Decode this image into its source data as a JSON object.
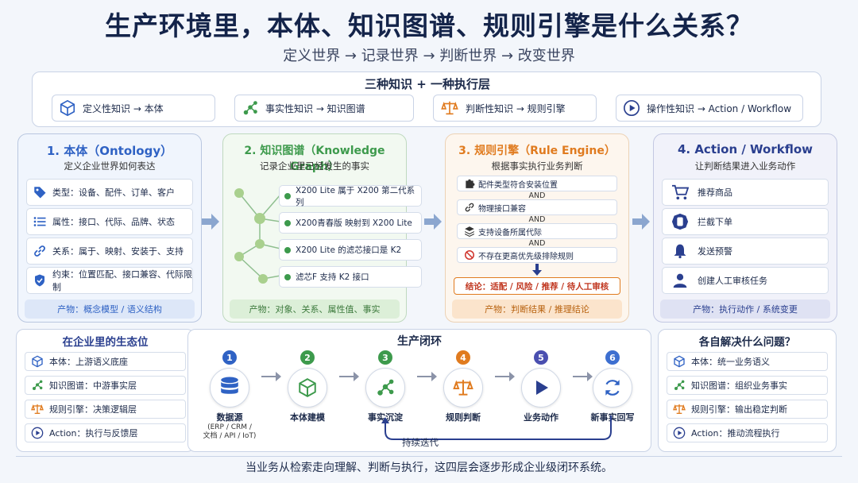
{
  "title": "生产环境里，本体、知识图谱、规则引擎是什么关系？",
  "subtitle": "定义世界 → 记录世界 → 判断世界 → 改变世界",
  "three": {
    "title": "三种知识 + 一种执行层",
    "items": [
      {
        "label": "定义性知识 → 本体",
        "icon": "cube-icon"
      },
      {
        "label": "事实性知识 → 知识图谱",
        "icon": "graph-icon"
      },
      {
        "label": "判断性知识 → 规则引擎",
        "icon": "scale-icon"
      },
      {
        "label": "操作性知识 → Action / Workflow",
        "icon": "play-icon"
      }
    ]
  },
  "colors": {
    "blue": "#2f62c4",
    "green": "#3d9a4c",
    "orange": "#e07b1f",
    "navy": "#2a3f8f"
  },
  "ontology": {
    "title": "1. 本体（Ontology）",
    "sub": "定义企业世界如何表达",
    "rows": [
      {
        "icon": "tag-icon",
        "text": "类型：设备、配件、订单、客户"
      },
      {
        "icon": "list-icon",
        "text": "属性：接口、代际、品牌、状态"
      },
      {
        "icon": "link-icon",
        "text": "关系：属于、映射、安装于、支持"
      },
      {
        "icon": "shield-icon",
        "text": "约束：位置匹配、接口兼容、代际限制"
      }
    ],
    "foot": "产物：概念模型 / 语义结构"
  },
  "kg": {
    "title": "2. 知识图谱（Knowledge Graph）",
    "sub": "记录企业里已经发生的事实",
    "facts": [
      "X200 Lite 属于 X200 第二代系列",
      "X200青春版 映射到 X200 Lite",
      "X200 Lite 的滤芯接口是 K2",
      "滤芯F 支持 K2 接口"
    ],
    "foot": "产物：对象、关系、属性值、事实"
  },
  "rule": {
    "title": "3. 规则引擎（Rule Engine）",
    "sub": "根据事实执行业务判断",
    "conds": [
      {
        "icon": "puzzle-icon",
        "text": "配件类型符合安装位置"
      },
      {
        "icon": "link-icon",
        "text": "物理接口兼容"
      },
      {
        "icon": "layers-icon",
        "text": "支持设备所属代际"
      },
      {
        "icon": "ban-icon",
        "text": "不存在更高优先级排除规则"
      }
    ],
    "and": "AND",
    "conclusion": "结论：适配 / 风险 / 推荐 / 待人工审核",
    "foot": "产物：判断结果 / 推理结论"
  },
  "action": {
    "title": "4. Action / Workflow",
    "sub": "让判断结果进入业务动作",
    "rows": [
      {
        "icon": "cart-icon",
        "text": "推荐商品"
      },
      {
        "icon": "hand-icon",
        "text": "拦截下单"
      },
      {
        "icon": "bell-icon",
        "text": "发送预警"
      },
      {
        "icon": "person-icon",
        "text": "创建人工审核任务"
      }
    ],
    "foot": "产物：执行动作 / 系统变更"
  },
  "eco": {
    "title": "在企业里的生态位",
    "rows": [
      {
        "icon": "cube-icon",
        "text": "本体：上游语义底座"
      },
      {
        "icon": "graph-icon",
        "text": "知识图谱：中游事实层"
      },
      {
        "icon": "scale-icon",
        "text": "规则引擎：决策逻辑层"
      },
      {
        "icon": "play-icon",
        "text": "Action：执行与反馈层"
      }
    ]
  },
  "loop": {
    "title": "生产闭环",
    "steps": [
      {
        "num": "1",
        "label": "数据源",
        "sub1": "(ERP / CRM /",
        "sub2": "文档 / API / IoT)",
        "icon": "database-icon"
      },
      {
        "num": "2",
        "label": "本体建模",
        "sub1": "",
        "sub2": "",
        "icon": "cube-icon"
      },
      {
        "num": "3",
        "label": "事实沉淀",
        "sub1": "",
        "sub2": "",
        "icon": "graph-icon"
      },
      {
        "num": "4",
        "label": "规则判断",
        "sub1": "",
        "sub2": "",
        "icon": "scale-icon"
      },
      {
        "num": "5",
        "label": "业务动作",
        "sub1": "",
        "sub2": "",
        "icon": "play-icon"
      },
      {
        "num": "6",
        "label": "新事实回写",
        "sub1": "",
        "sub2": "",
        "icon": "refresh-icon"
      }
    ],
    "iterate": "持续迭代"
  },
  "solve": {
    "title": "各自解决什么问题？",
    "rows": [
      {
        "icon": "cube-icon",
        "text": "本体：统一业务语义"
      },
      {
        "icon": "graph-icon",
        "text": "知识图谱：组织业务事实"
      },
      {
        "icon": "scale-icon",
        "text": "规则引擎：输出稳定判断"
      },
      {
        "icon": "play-icon",
        "text": "Action：推动流程执行"
      }
    ]
  },
  "footer": "当业务从检索走向理解、判断与执行，这四层会逐步形成企业级闭环系统。"
}
